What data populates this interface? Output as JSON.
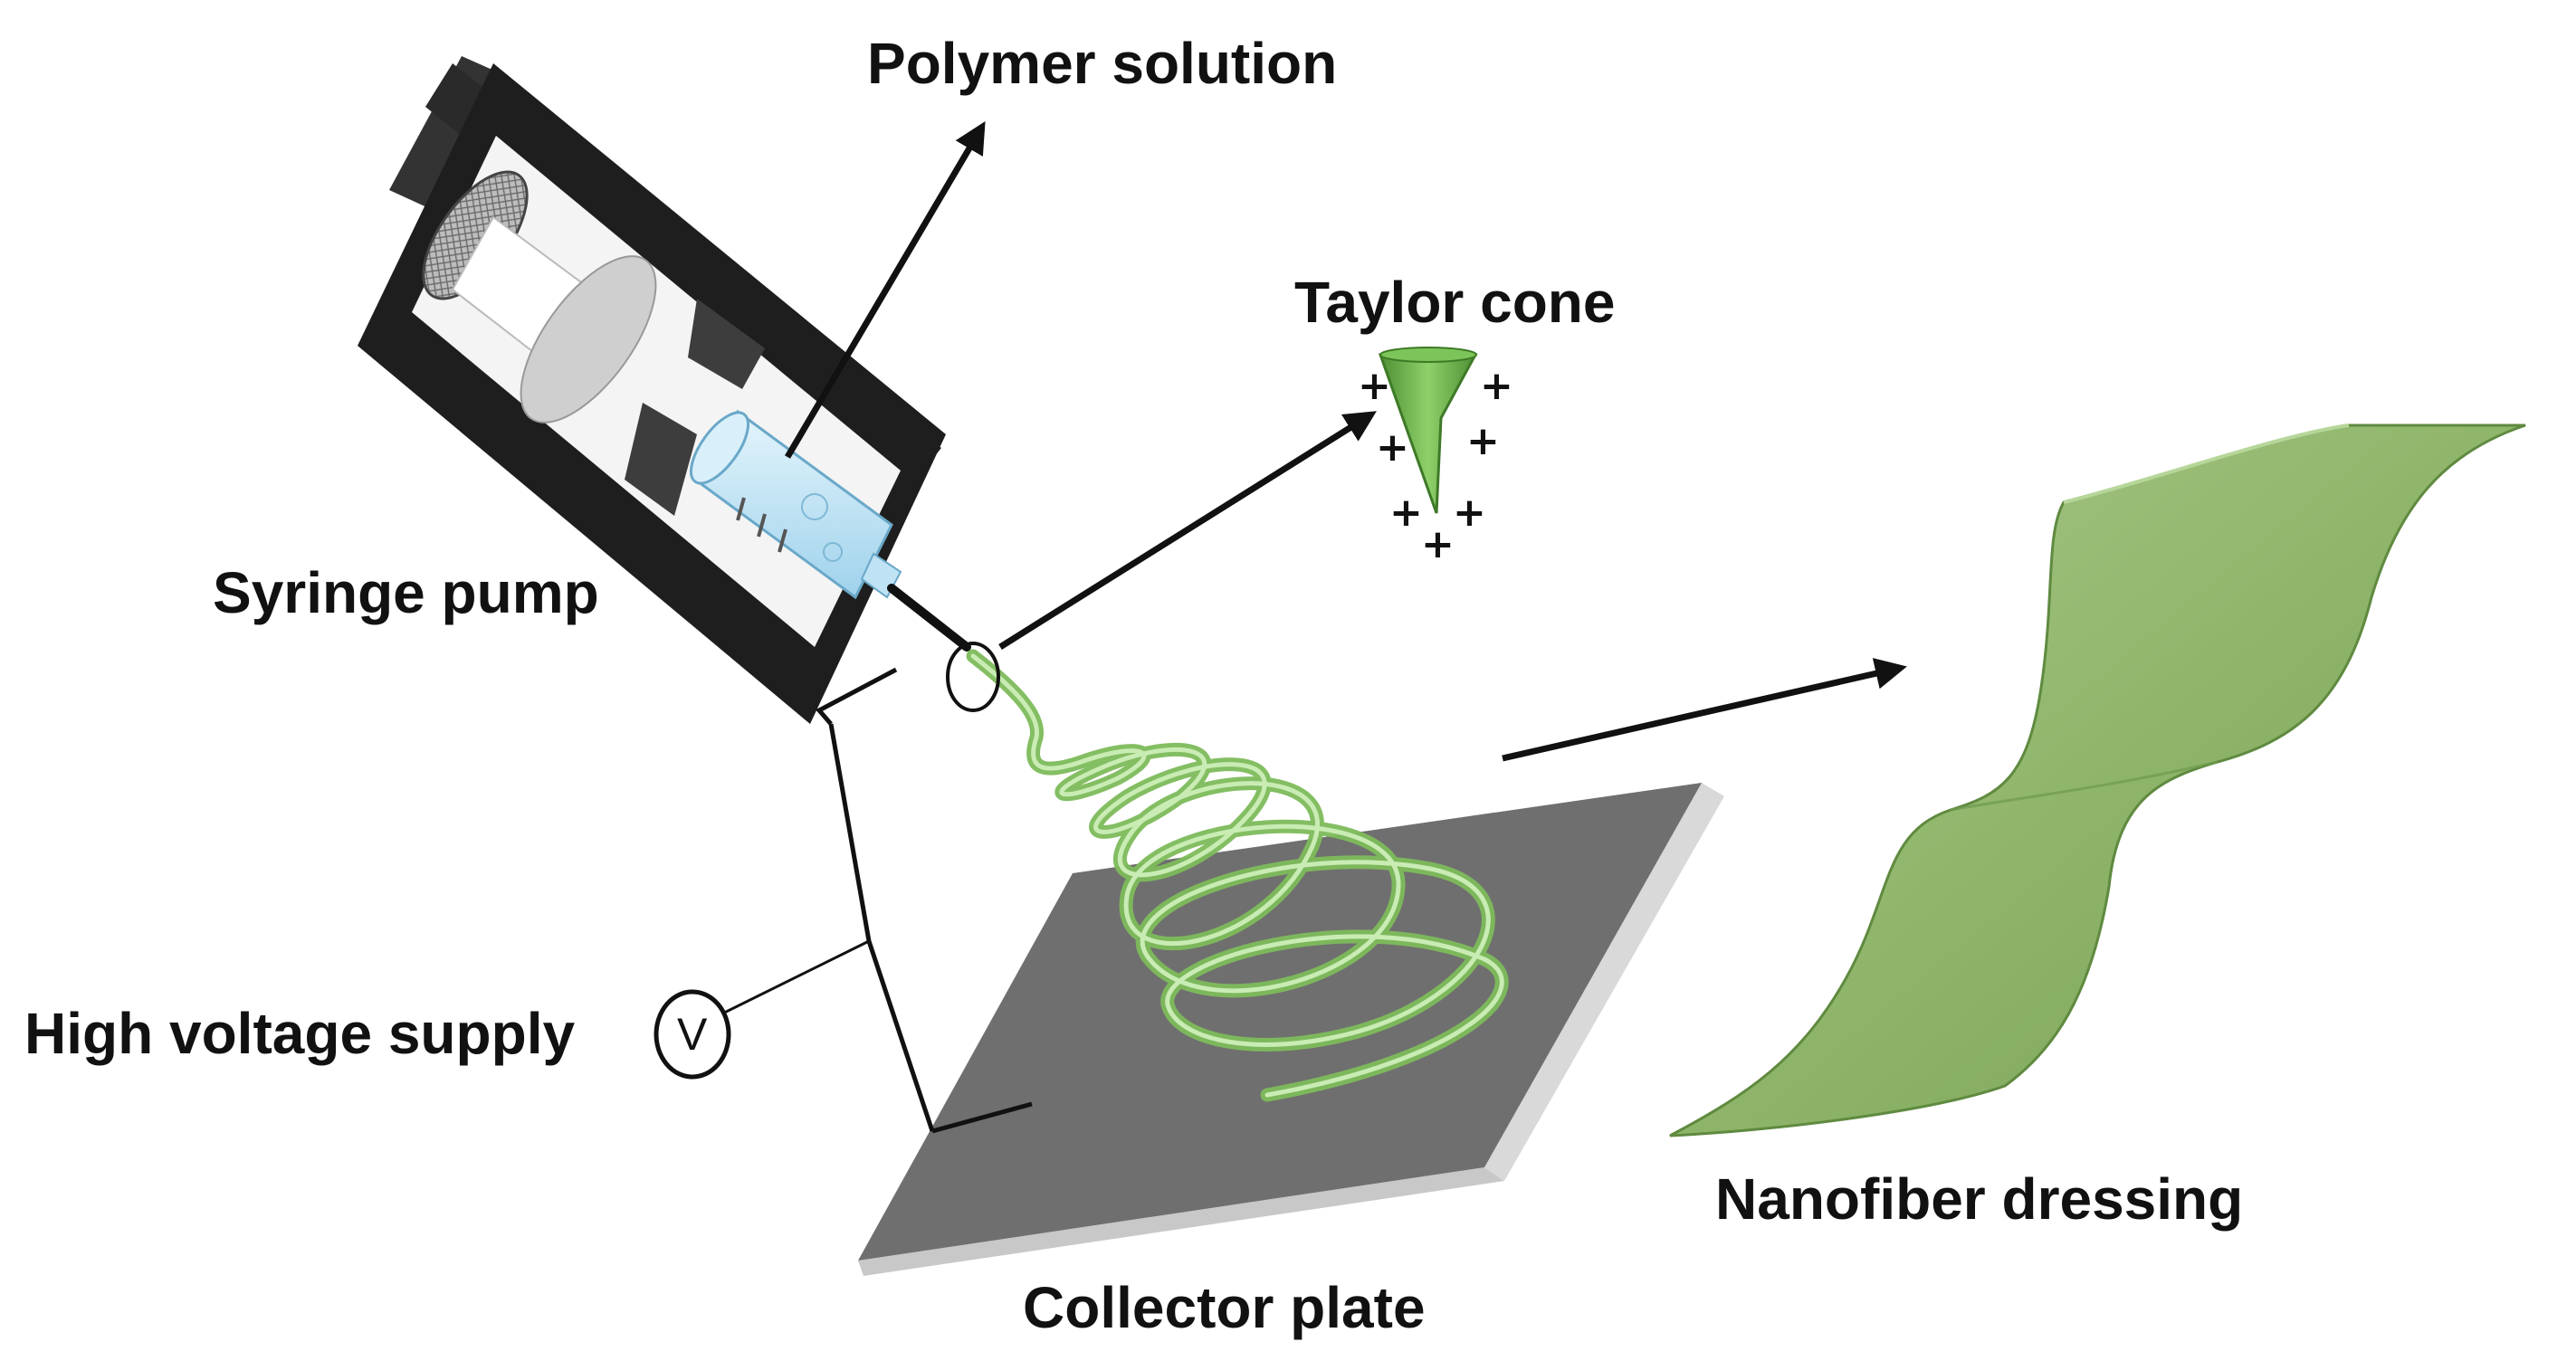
{
  "labels": {
    "polymer_solution": "Polymer solution",
    "taylor_cone": "Taylor cone",
    "syringe_pump": "Syringe pump",
    "high_voltage_supply": "High voltage supply",
    "collector_plate": "Collector plate",
    "nanofiber_dressing": "Nanofiber dressing",
    "voltmeter_symbol": "V"
  },
  "charges": [
    "+",
    "+",
    "+",
    "+",
    "+",
    "+",
    "+"
  ],
  "colors": {
    "fiber_green": "#7dbb5b",
    "dressing_green": "#8fb56a",
    "plate_gray": "#6f6f6f",
    "pump_black": "#1e1e1e",
    "syringe_blue": "#bfe3f5"
  }
}
